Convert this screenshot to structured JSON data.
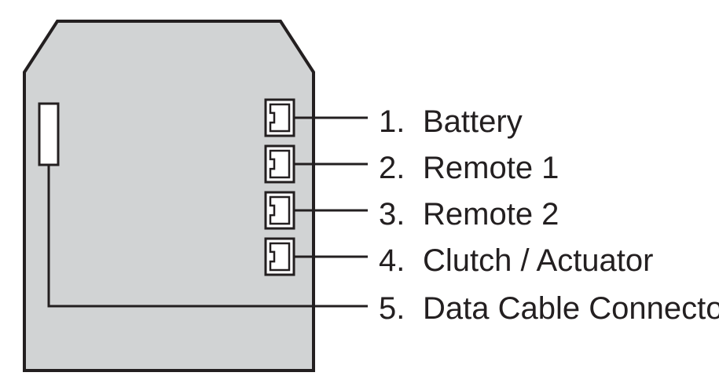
{
  "colors": {
    "housing_fill": "#d1d3d4",
    "stroke": "#231f20",
    "connector_fill": "#ffffff",
    "background": "#ffffff"
  },
  "connectors": [
    {
      "number": "1.",
      "label": "Battery",
      "type": "modular-jack"
    },
    {
      "number": "2.",
      "label": "Remote 1",
      "type": "modular-jack"
    },
    {
      "number": "3.",
      "label": "Remote 2",
      "type": "modular-jack"
    },
    {
      "number": "4.",
      "label": "Clutch / Actuator",
      "type": "modular-jack"
    },
    {
      "number": "5.",
      "label": "Data Cable Connector",
      "type": "slot-connector"
    }
  ]
}
